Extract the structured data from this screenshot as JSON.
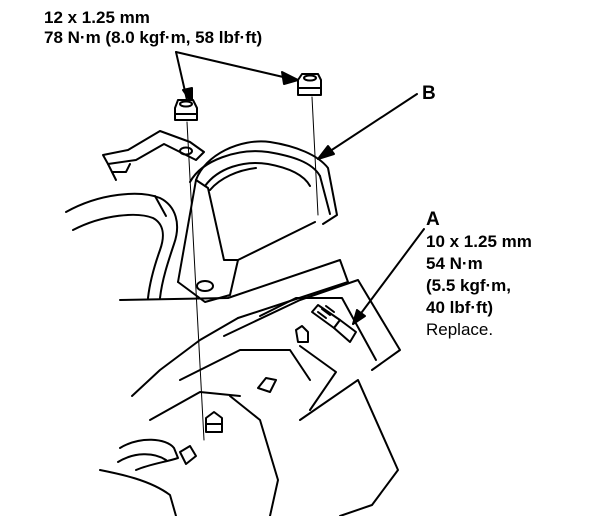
{
  "nut_spec": {
    "size": "12 x 1.25 mm",
    "torque": "78 N·m (8.0 kgf·m, 58 lbf·ft)"
  },
  "callout_b": {
    "letter": "B"
  },
  "callout_a": {
    "letter": "A",
    "size": "10 x 1.25 mm",
    "torque_nm": "54 N·m",
    "torque_kgf": "(5.5 kgf·m,",
    "torque_lbf": "40 lbf·ft)",
    "note": "Replace."
  },
  "colors": {
    "ink": "#000000",
    "paper": "#ffffff"
  }
}
